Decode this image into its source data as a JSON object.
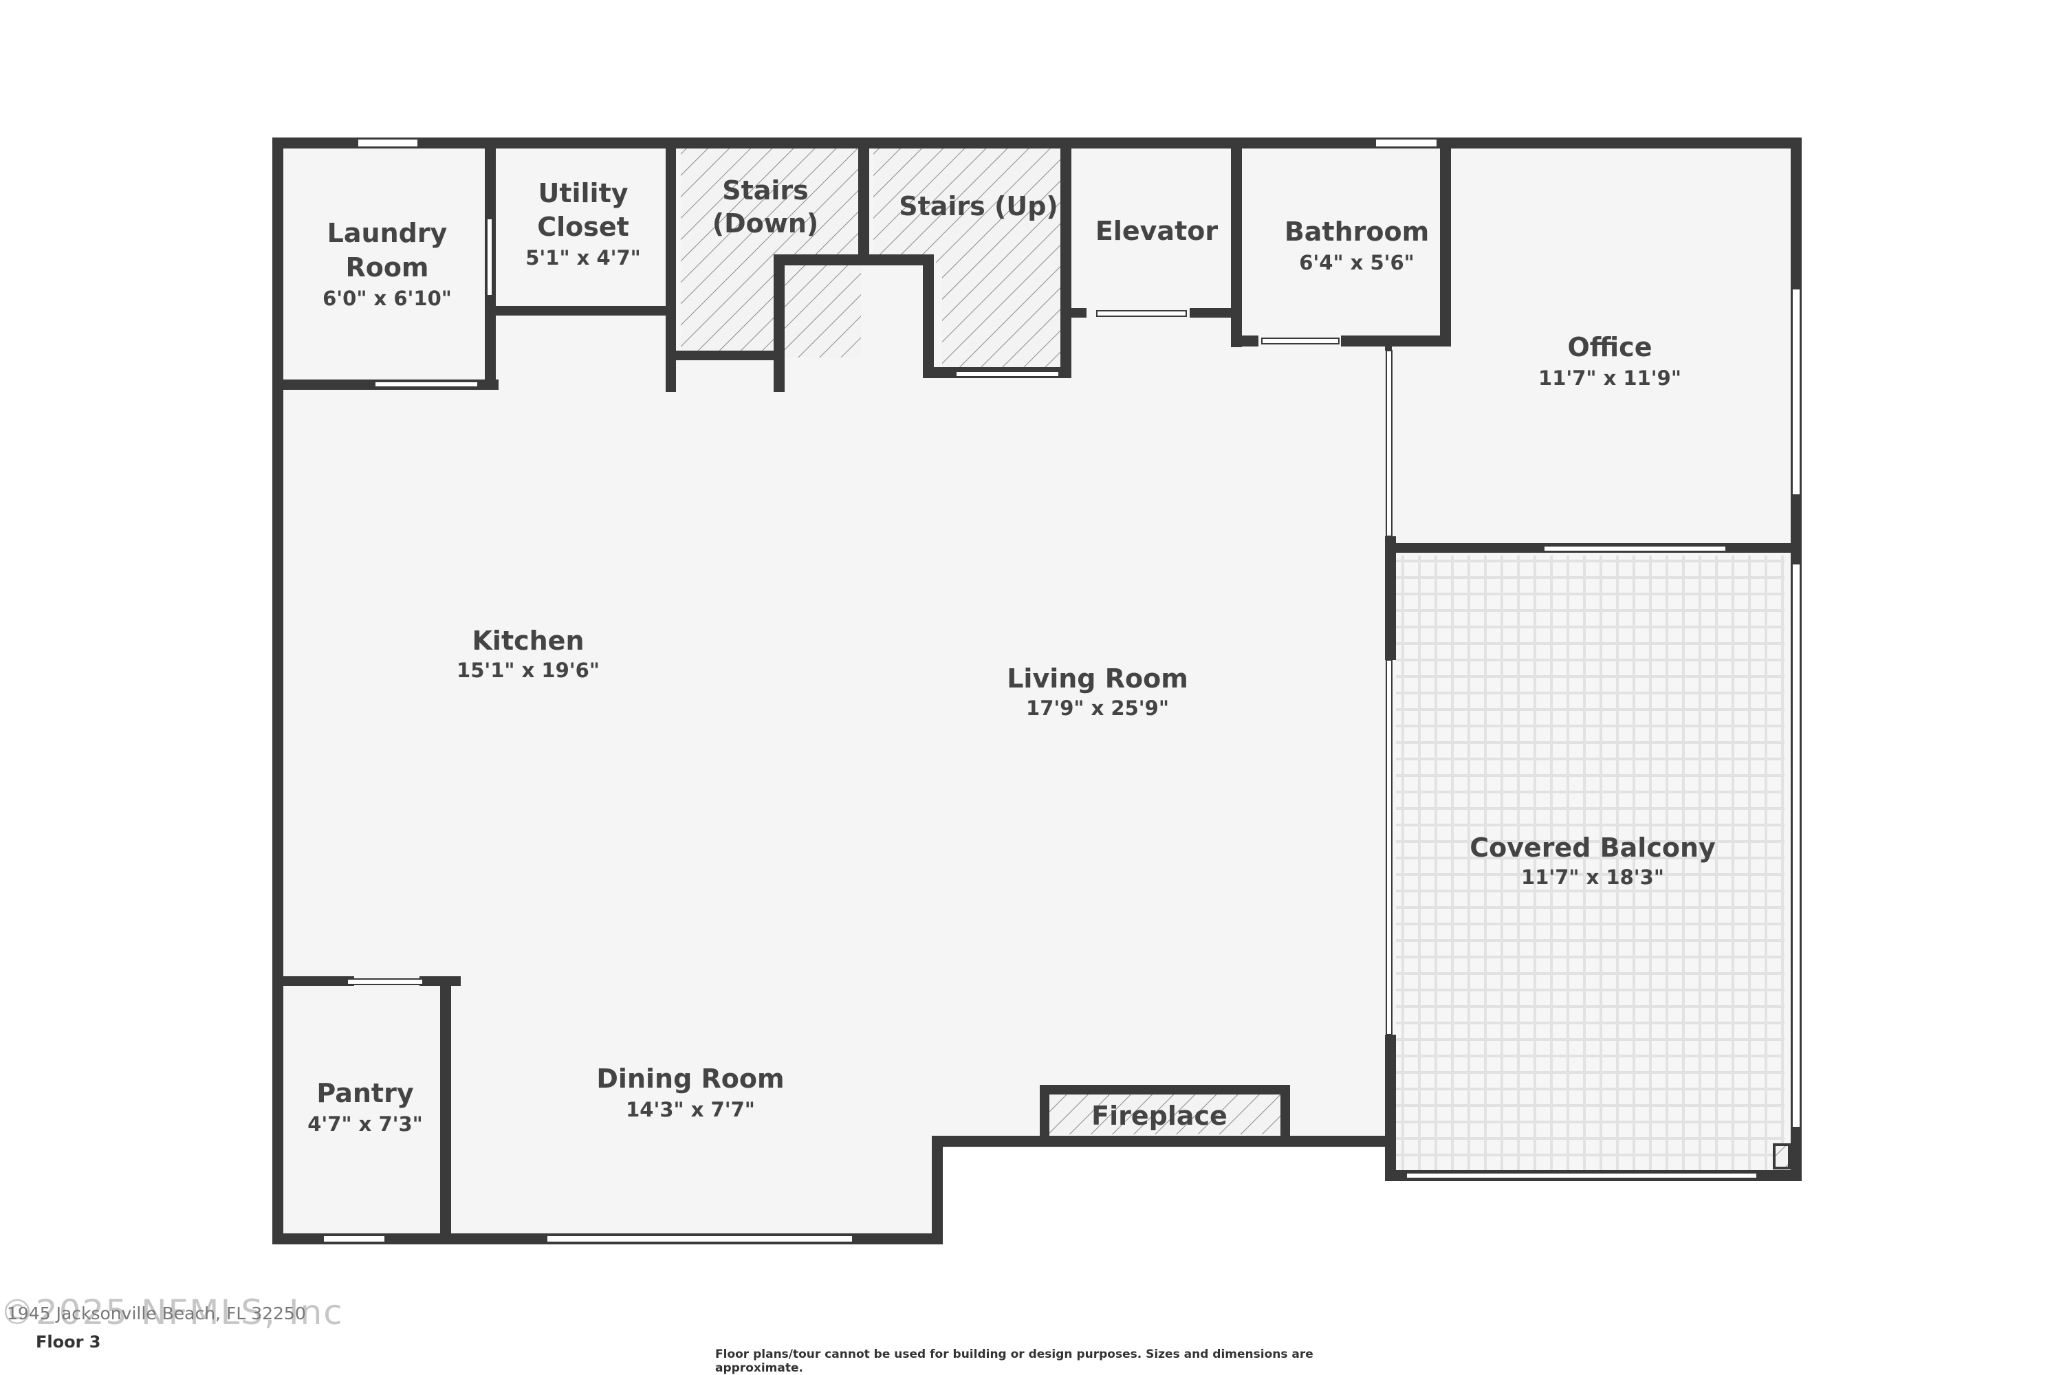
{
  "rooms": {
    "laundry": {
      "name_line1": "Laundry",
      "name_line2": "Room",
      "dim": "6'0\" x 6'10\""
    },
    "utility": {
      "name_line1": "Utility",
      "name_line2": "Closet",
      "dim": "5'1\" x 4'7\""
    },
    "stairs_down": {
      "name_line1": "Stairs",
      "name_line2": "(Down)"
    },
    "stairs_up": {
      "name": "Stairs (Up)"
    },
    "elevator": {
      "name": "Elevator"
    },
    "bathroom": {
      "name": "Bathroom",
      "dim": "6'4\" x 5'6\""
    },
    "office": {
      "name": "Office",
      "dim": "11'7\" x 11'9\""
    },
    "kitchen": {
      "name": "Kitchen",
      "dim": "15'1\" x 19'6\""
    },
    "living": {
      "name": "Living Room",
      "dim": "17'9\" x 25'9\""
    },
    "balcony": {
      "name": "Covered Balcony",
      "dim": "11'7\" x 18'3\""
    },
    "pantry": {
      "name": "Pantry",
      "dim": "4'7\" x 7'3\""
    },
    "dining": {
      "name": "Dining Room",
      "dim": "14'3\" x 7'7\""
    },
    "fireplace": {
      "name": "Fireplace"
    }
  },
  "footer": {
    "floor": "Floor 3",
    "disclaimer": "Floor plans/tour cannot be used for building or design purposes. Sizes and dimensions are approximate.",
    "address": "1945 Jacksonville Beach, FL 32250",
    "copyright": "©2025 NFMLS, Inc"
  },
  "colors": {
    "wall": "#3a3a3a",
    "floor": "#f5f5f5",
    "text": "#444444",
    "hatch": "#888888"
  }
}
